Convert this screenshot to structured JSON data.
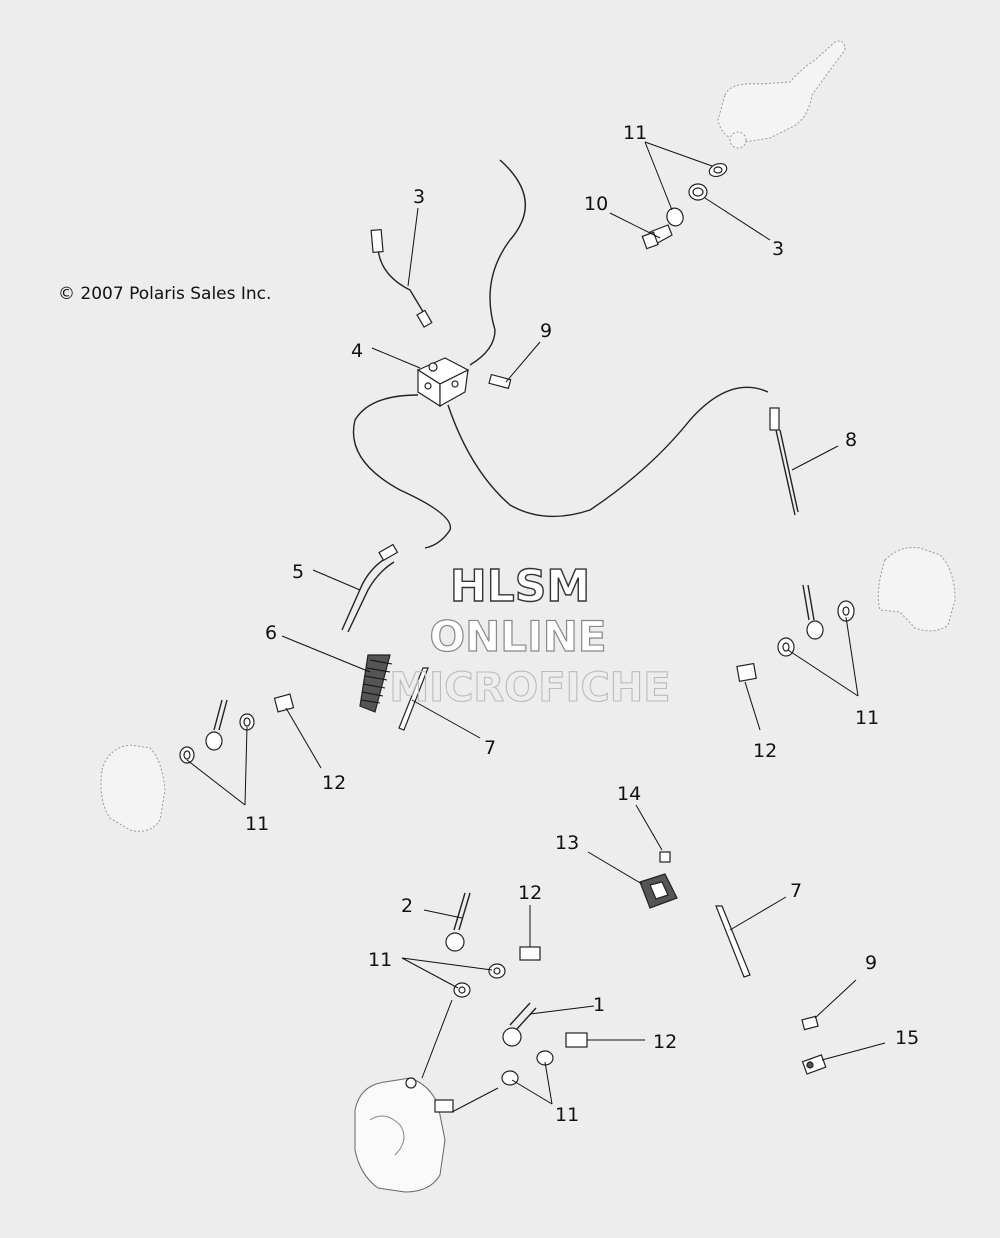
{
  "copyright": "© 2007 Polaris Sales Inc.",
  "watermark": {
    "line1": "HLSM",
    "line2": "ONLINE",
    "line3": "MICROFICHE"
  },
  "callouts": [
    {
      "id": "c1",
      "label": "11"
    },
    {
      "id": "c2",
      "label": "10"
    },
    {
      "id": "c3",
      "label": "3"
    },
    {
      "id": "c4",
      "label": "3"
    },
    {
      "id": "c5",
      "label": "9"
    },
    {
      "id": "c6",
      "label": "4"
    },
    {
      "id": "c7",
      "label": "8"
    },
    {
      "id": "c8",
      "label": "5"
    },
    {
      "id": "c9",
      "label": "6"
    },
    {
      "id": "c10",
      "label": "7"
    },
    {
      "id": "c11",
      "label": "12"
    },
    {
      "id": "c12",
      "label": "11"
    },
    {
      "id": "c13",
      "label": "12"
    },
    {
      "id": "c14",
      "label": "11"
    },
    {
      "id": "c15",
      "label": "14"
    },
    {
      "id": "c16",
      "label": "13"
    },
    {
      "id": "c17",
      "label": "12"
    },
    {
      "id": "c18",
      "label": "2"
    },
    {
      "id": "c19",
      "label": "7"
    },
    {
      "id": "c20",
      "label": "11"
    },
    {
      "id": "c21",
      "label": "1"
    },
    {
      "id": "c22",
      "label": "12"
    },
    {
      "id": "c23",
      "label": "9"
    },
    {
      "id": "c24",
      "label": "15"
    },
    {
      "id": "c25",
      "label": "11"
    }
  ]
}
